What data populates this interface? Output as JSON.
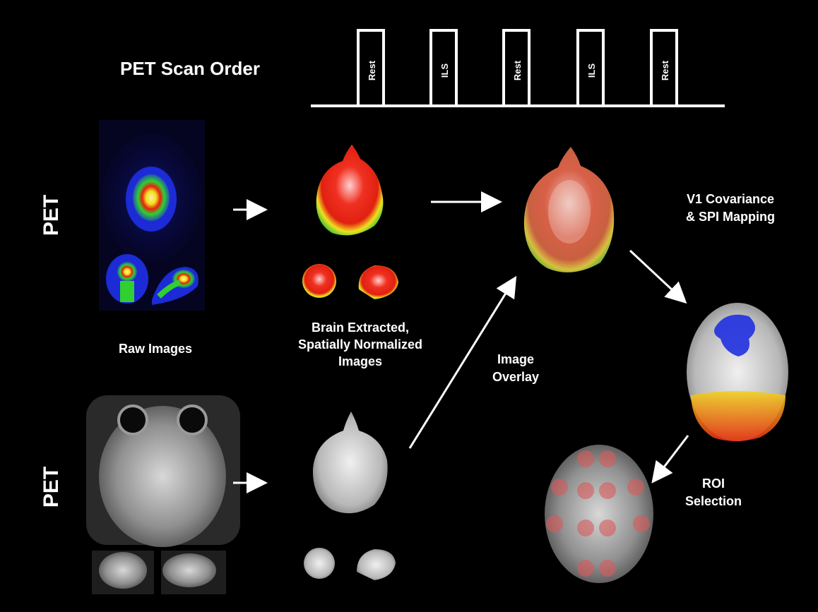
{
  "title": "PET Scan Order",
  "scan_order": [
    "Rest",
    "ILS",
    "Rest",
    "ILS",
    "Rest"
  ],
  "row_labels": {
    "top": "PET",
    "bottom": "PET"
  },
  "captions": {
    "raw_images": "Raw Images",
    "normalized_line1": "Brain Extracted,",
    "normalized_line2": "Spatially Normalized",
    "normalized_line3": "Images",
    "overlay_line1": "Image",
    "overlay_line2": "Overlay",
    "v1_line1": "V1 Covariance",
    "v1_line2": "& SPI Mapping",
    "roi_line1": "ROI",
    "roi_line2": "Selection"
  },
  "colors": {
    "background": "#000000",
    "text": "#ffffff",
    "pet_blue": "#1c2bd6",
    "pet_red": "#e82010",
    "pet_yellow": "#f0e020",
    "pet_green": "#30d030",
    "roi_fill": "#d85a5a",
    "activation_blue": "#2030e0"
  },
  "icons": [
    "right-arrow-icon",
    "diagonal-arrow-icon"
  ]
}
